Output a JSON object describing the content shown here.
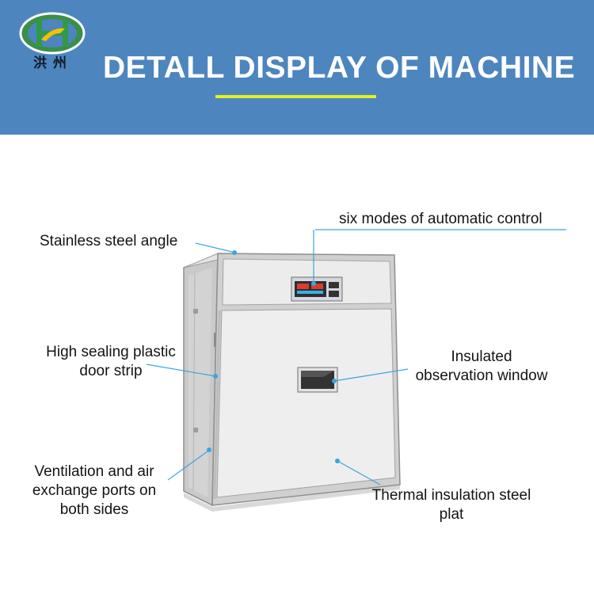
{
  "header": {
    "title": "DETALL DISPLAY OF MACHINE",
    "logo_text": "洪州",
    "colors": {
      "background": "#4d85bf",
      "accent_line": "#e4f021",
      "title": "#ffffff",
      "callout_line": "#3aa6dc"
    }
  },
  "callouts": {
    "control": "six modes of automatic control",
    "angle": "Stainless steel angle",
    "strip_line1": "High sealing plastic",
    "strip_line2": "door strip",
    "window_line1": "Insulated",
    "window_line2": "observation window",
    "vent_line1": "Ventilation and air",
    "vent_line2": "exchange ports on",
    "vent_line3": "both sides",
    "plate_line1": "Thermal insulation steel",
    "plate_line2": "plat"
  }
}
